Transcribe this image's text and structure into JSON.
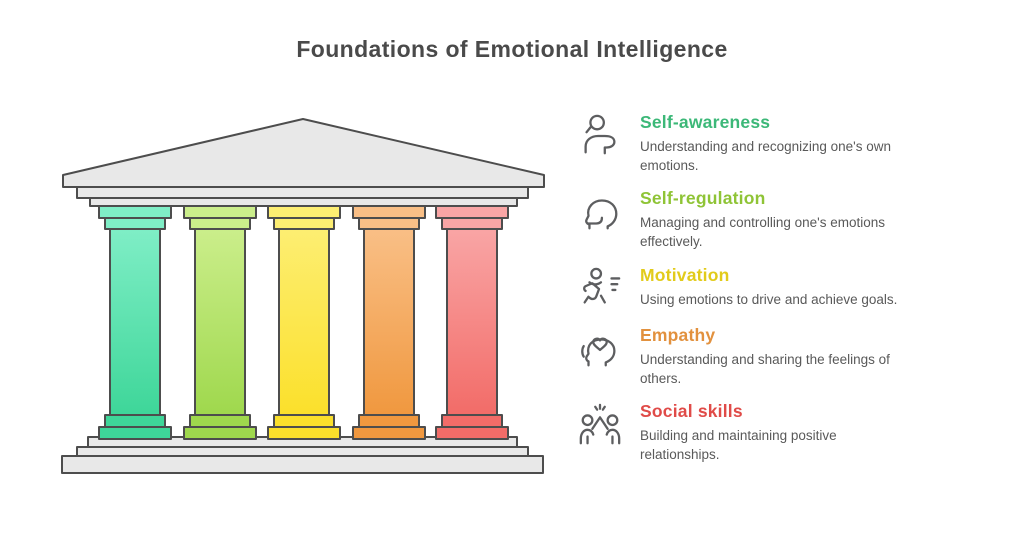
{
  "title": "Foundations of Emotional Intelligence",
  "title_color": "#4a4a4a",
  "temple": {
    "structure_color": "#e8e8e8",
    "outline_color": "#4d4d4d",
    "pillars": [
      {
        "label": "Self-awareness",
        "light": "#7feec6",
        "dark": "#3ed699"
      },
      {
        "label": "Self-regulation",
        "light": "#cbee8b",
        "dark": "#9fd84d"
      },
      {
        "label": "Motivation",
        "light": "#fdee72",
        "dark": "#fbe02b"
      },
      {
        "label": "Empathy",
        "light": "#f9bf86",
        "dark": "#f0983f"
      },
      {
        "label": "Social skills",
        "light": "#f9a5a5",
        "dark": "#f26c68"
      }
    ]
  },
  "legend": {
    "icon_color": "#5d5e60",
    "text_color": "#595959",
    "items": [
      {
        "icon": "self-awareness-icon",
        "title": "Self-awareness",
        "color": "#3cb878",
        "description": "Understanding and recognizing one's own emotions."
      },
      {
        "icon": "self-regulation-icon",
        "title": "Self-regulation",
        "color": "#8fc436",
        "description": "Managing and controlling one's emotions effectively."
      },
      {
        "icon": "motivation-icon",
        "title": "Motivation",
        "color": "#e2cb1a",
        "description": "Using emotions to drive and achieve goals."
      },
      {
        "icon": "empathy-icon",
        "title": "Empathy",
        "color": "#e2913e",
        "description": "Understanding and sharing the feelings of others."
      },
      {
        "icon": "social-skills-icon",
        "title": "Social skills",
        "color": "#e04b48",
        "description": "Building and maintaining positive relationships."
      }
    ]
  }
}
